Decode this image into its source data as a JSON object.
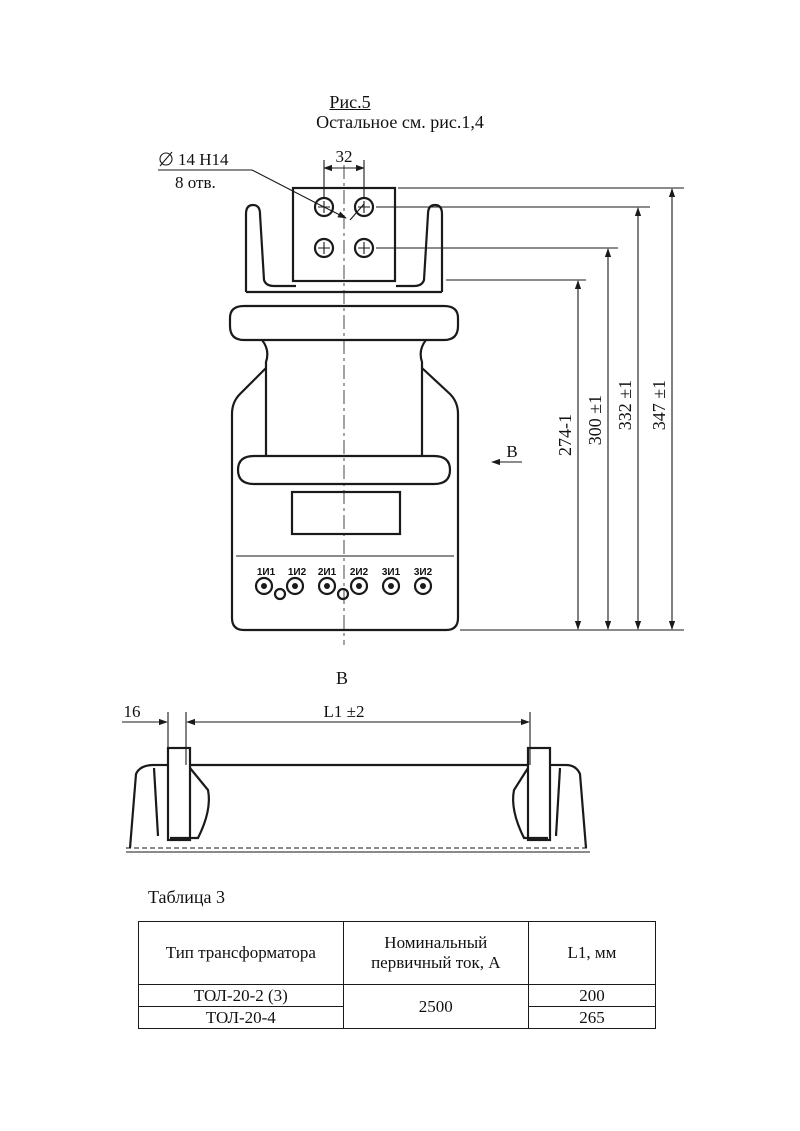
{
  "figure": {
    "title": "Рис.5",
    "note": "Остальное см. рис.1,4"
  },
  "front_view": {
    "hole_callout": {
      "diameter": "14 Н14",
      "count": "8 отв."
    },
    "hole_spacing": "32",
    "view_arrow_label": "В",
    "dimensions": [
      "274-1",
      "300 ±1",
      "332 ±1",
      "347 ±1"
    ],
    "terminals": [
      "1И1",
      "1И2",
      "2И1",
      "2И2",
      "3И1",
      "3И2"
    ]
  },
  "view_b": {
    "label": "В",
    "offset": "16",
    "length": "L1 ±2"
  },
  "table": {
    "caption": "Таблица 3",
    "headers": [
      "Тип трансформатора",
      "Номинальный первичный ток, А",
      "L1, мм"
    ],
    "rows": [
      {
        "type": "ТОЛ-20-2 (3)",
        "current": "2500",
        "l1": "200"
      },
      {
        "type": "ТОЛ-20-4",
        "current": "2500",
        "l1": "265"
      }
    ]
  }
}
